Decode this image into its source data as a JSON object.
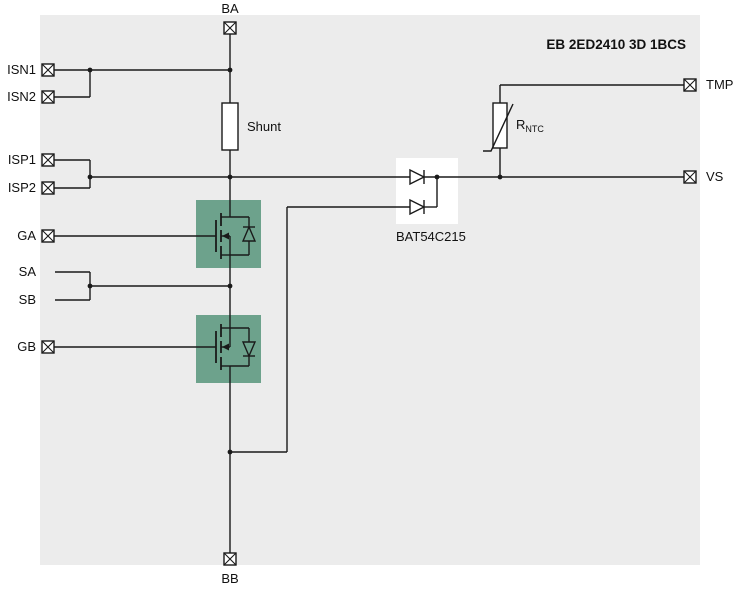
{
  "title": "EB 2ED2410 3D 1BCS",
  "terminals": {
    "ba": "BA",
    "bb": "BB",
    "isn1": "ISN1",
    "isn2": "ISN2",
    "isp1": "ISP1",
    "isp2": "ISP2",
    "ga": "GA",
    "sa": "SA",
    "sb": "SB",
    "gb": "GB",
    "tmp": "TMP",
    "vs": "VS"
  },
  "components": {
    "shunt": "Shunt",
    "dual_diode": "BAT54C215",
    "ntc_name": "R",
    "ntc_sub": "NTC"
  },
  "colors": {
    "board_bg": "#ececec",
    "mosfet_highlight": "#6da28c",
    "wire": "#1a1a1a"
  }
}
